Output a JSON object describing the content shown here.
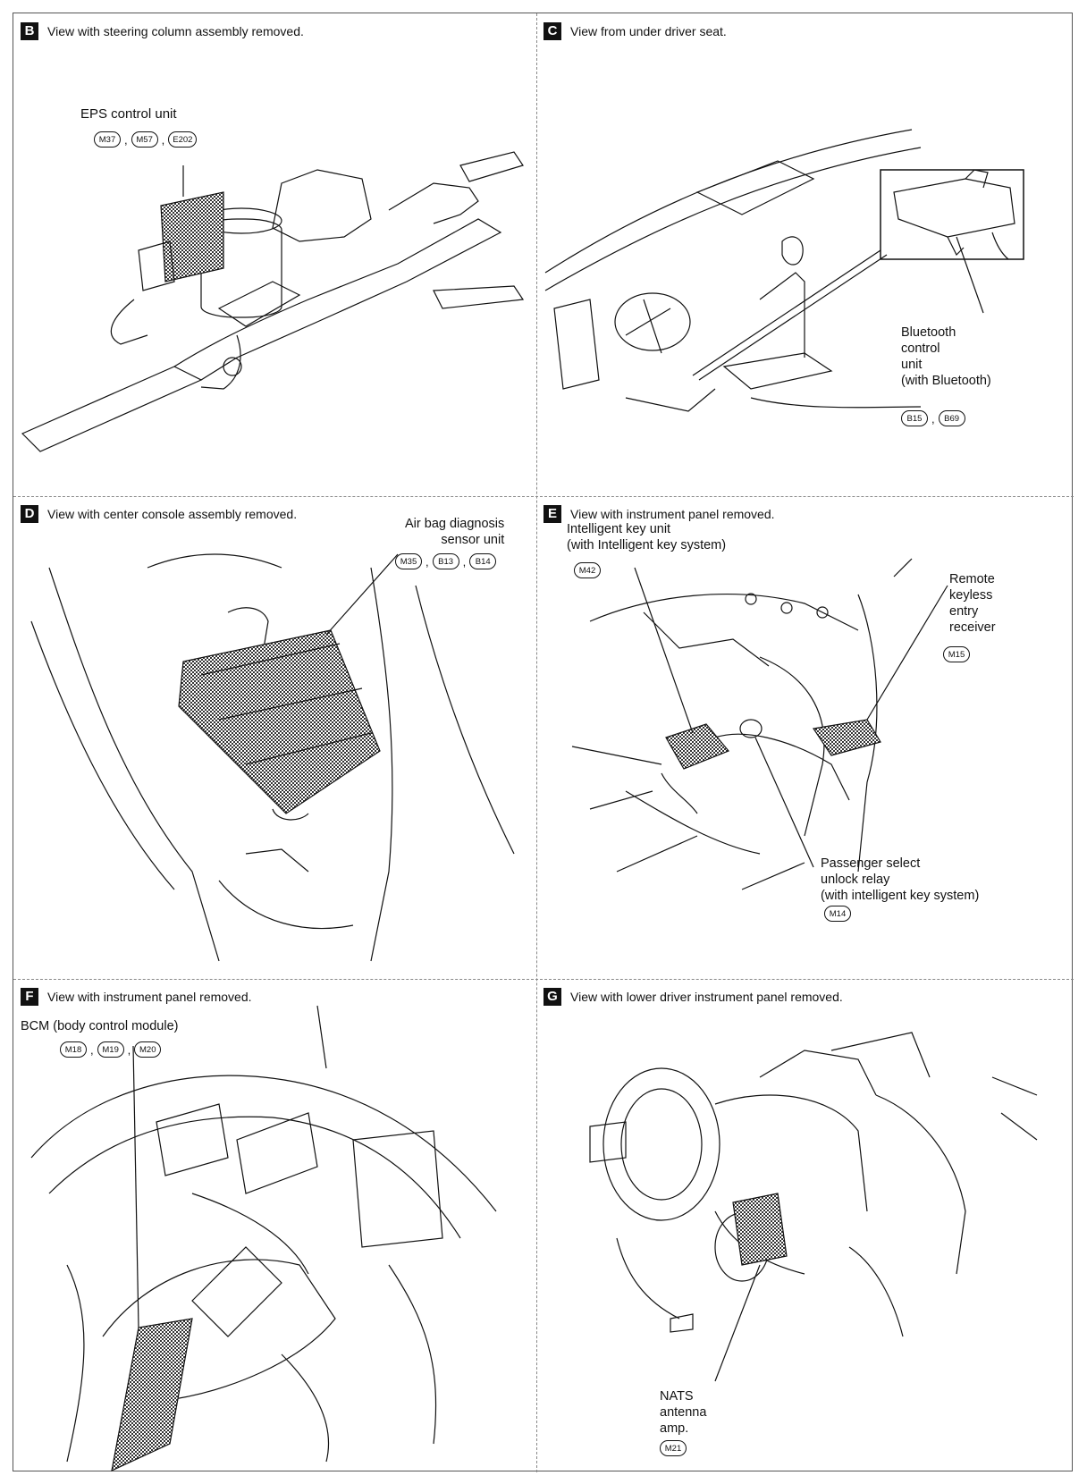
{
  "panels": {
    "B": {
      "letter": "B",
      "title": "View with steering column assembly removed.",
      "component": "EPS control unit",
      "connectors": [
        "M37",
        "M57",
        "E202"
      ]
    },
    "C": {
      "letter": "C",
      "title": "View from under driver seat.",
      "component": "Bluetooth\ncontrol\nunit\n(with Bluetooth)",
      "connectors": [
        "B15",
        "B69"
      ]
    },
    "D": {
      "letter": "D",
      "title": "View with center console assembly removed.",
      "component": "Air bag diagnosis\nsensor unit",
      "connectors": [
        "M35",
        "B13",
        "B14"
      ]
    },
    "E": {
      "letter": "E",
      "title": "View with instrument panel removed.",
      "component_1": "Intelligent key unit\n(with Intelligent key system)",
      "connectors_1": [
        "M42"
      ],
      "component_2": "Remote\nkeyless\nentry\nreceiver",
      "connectors_2": [
        "M15"
      ],
      "component_3": "Passenger select\nunlock relay\n(with intelligent key system)",
      "connectors_3": [
        "M14"
      ]
    },
    "F": {
      "letter": "F",
      "title": "View with instrument panel removed.",
      "component": "BCM (body control module)",
      "connectors": [
        "M18",
        "M19",
        "M20"
      ]
    },
    "G": {
      "letter": "G",
      "title": "View with lower driver instrument panel removed.",
      "component": "NATS\nantenna\namp.",
      "connectors": [
        "M21"
      ]
    }
  },
  "colors": {
    "ink": "#111111",
    "hatch": "#444444",
    "separator": "#888888"
  }
}
